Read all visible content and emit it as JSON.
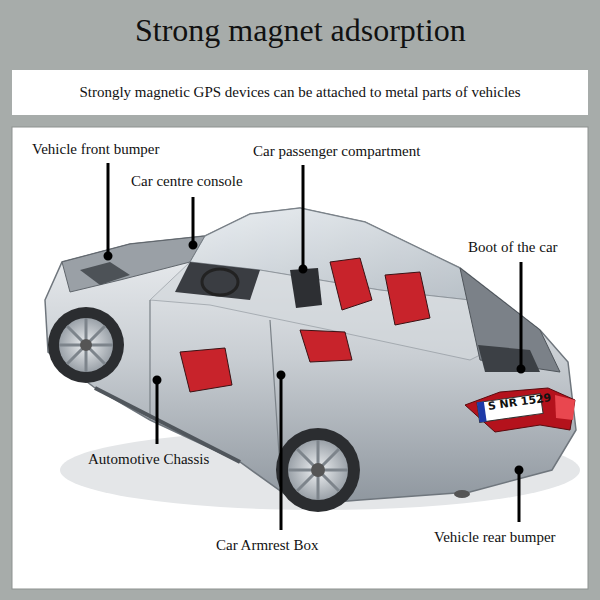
{
  "diagram": {
    "title": "Strong magnet adsorption",
    "nodes": [
      {
        "text": [
          "Strongly magnetic GPS devices can be attached to metal parts of vehicles"
        ]
      }
    ],
    "labels": [
      "Vehicle front bumper",
      "Car passenger compartment",
      "Car centre console",
      "Boot of the car",
      "Automotive Chassis",
      "Car Armrest Box",
      "Vehicle rear bumper",
      "S NR 1529"
    ]
  }
}
